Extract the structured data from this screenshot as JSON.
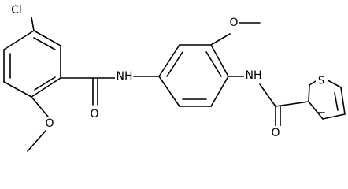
{
  "diagram": {
    "atoms": {
      "cl": "Cl",
      "o_methoxy_left": "O",
      "o_carbonyl_left": "O",
      "nh_left": "NH",
      "o_methoxy_right": "O",
      "nh_right": "NH",
      "o_carbonyl_right": "O",
      "s_thiophene": "S"
    },
    "colors": {
      "bond": "#000000",
      "label": "#000000",
      "background": "#ffffff"
    }
  }
}
